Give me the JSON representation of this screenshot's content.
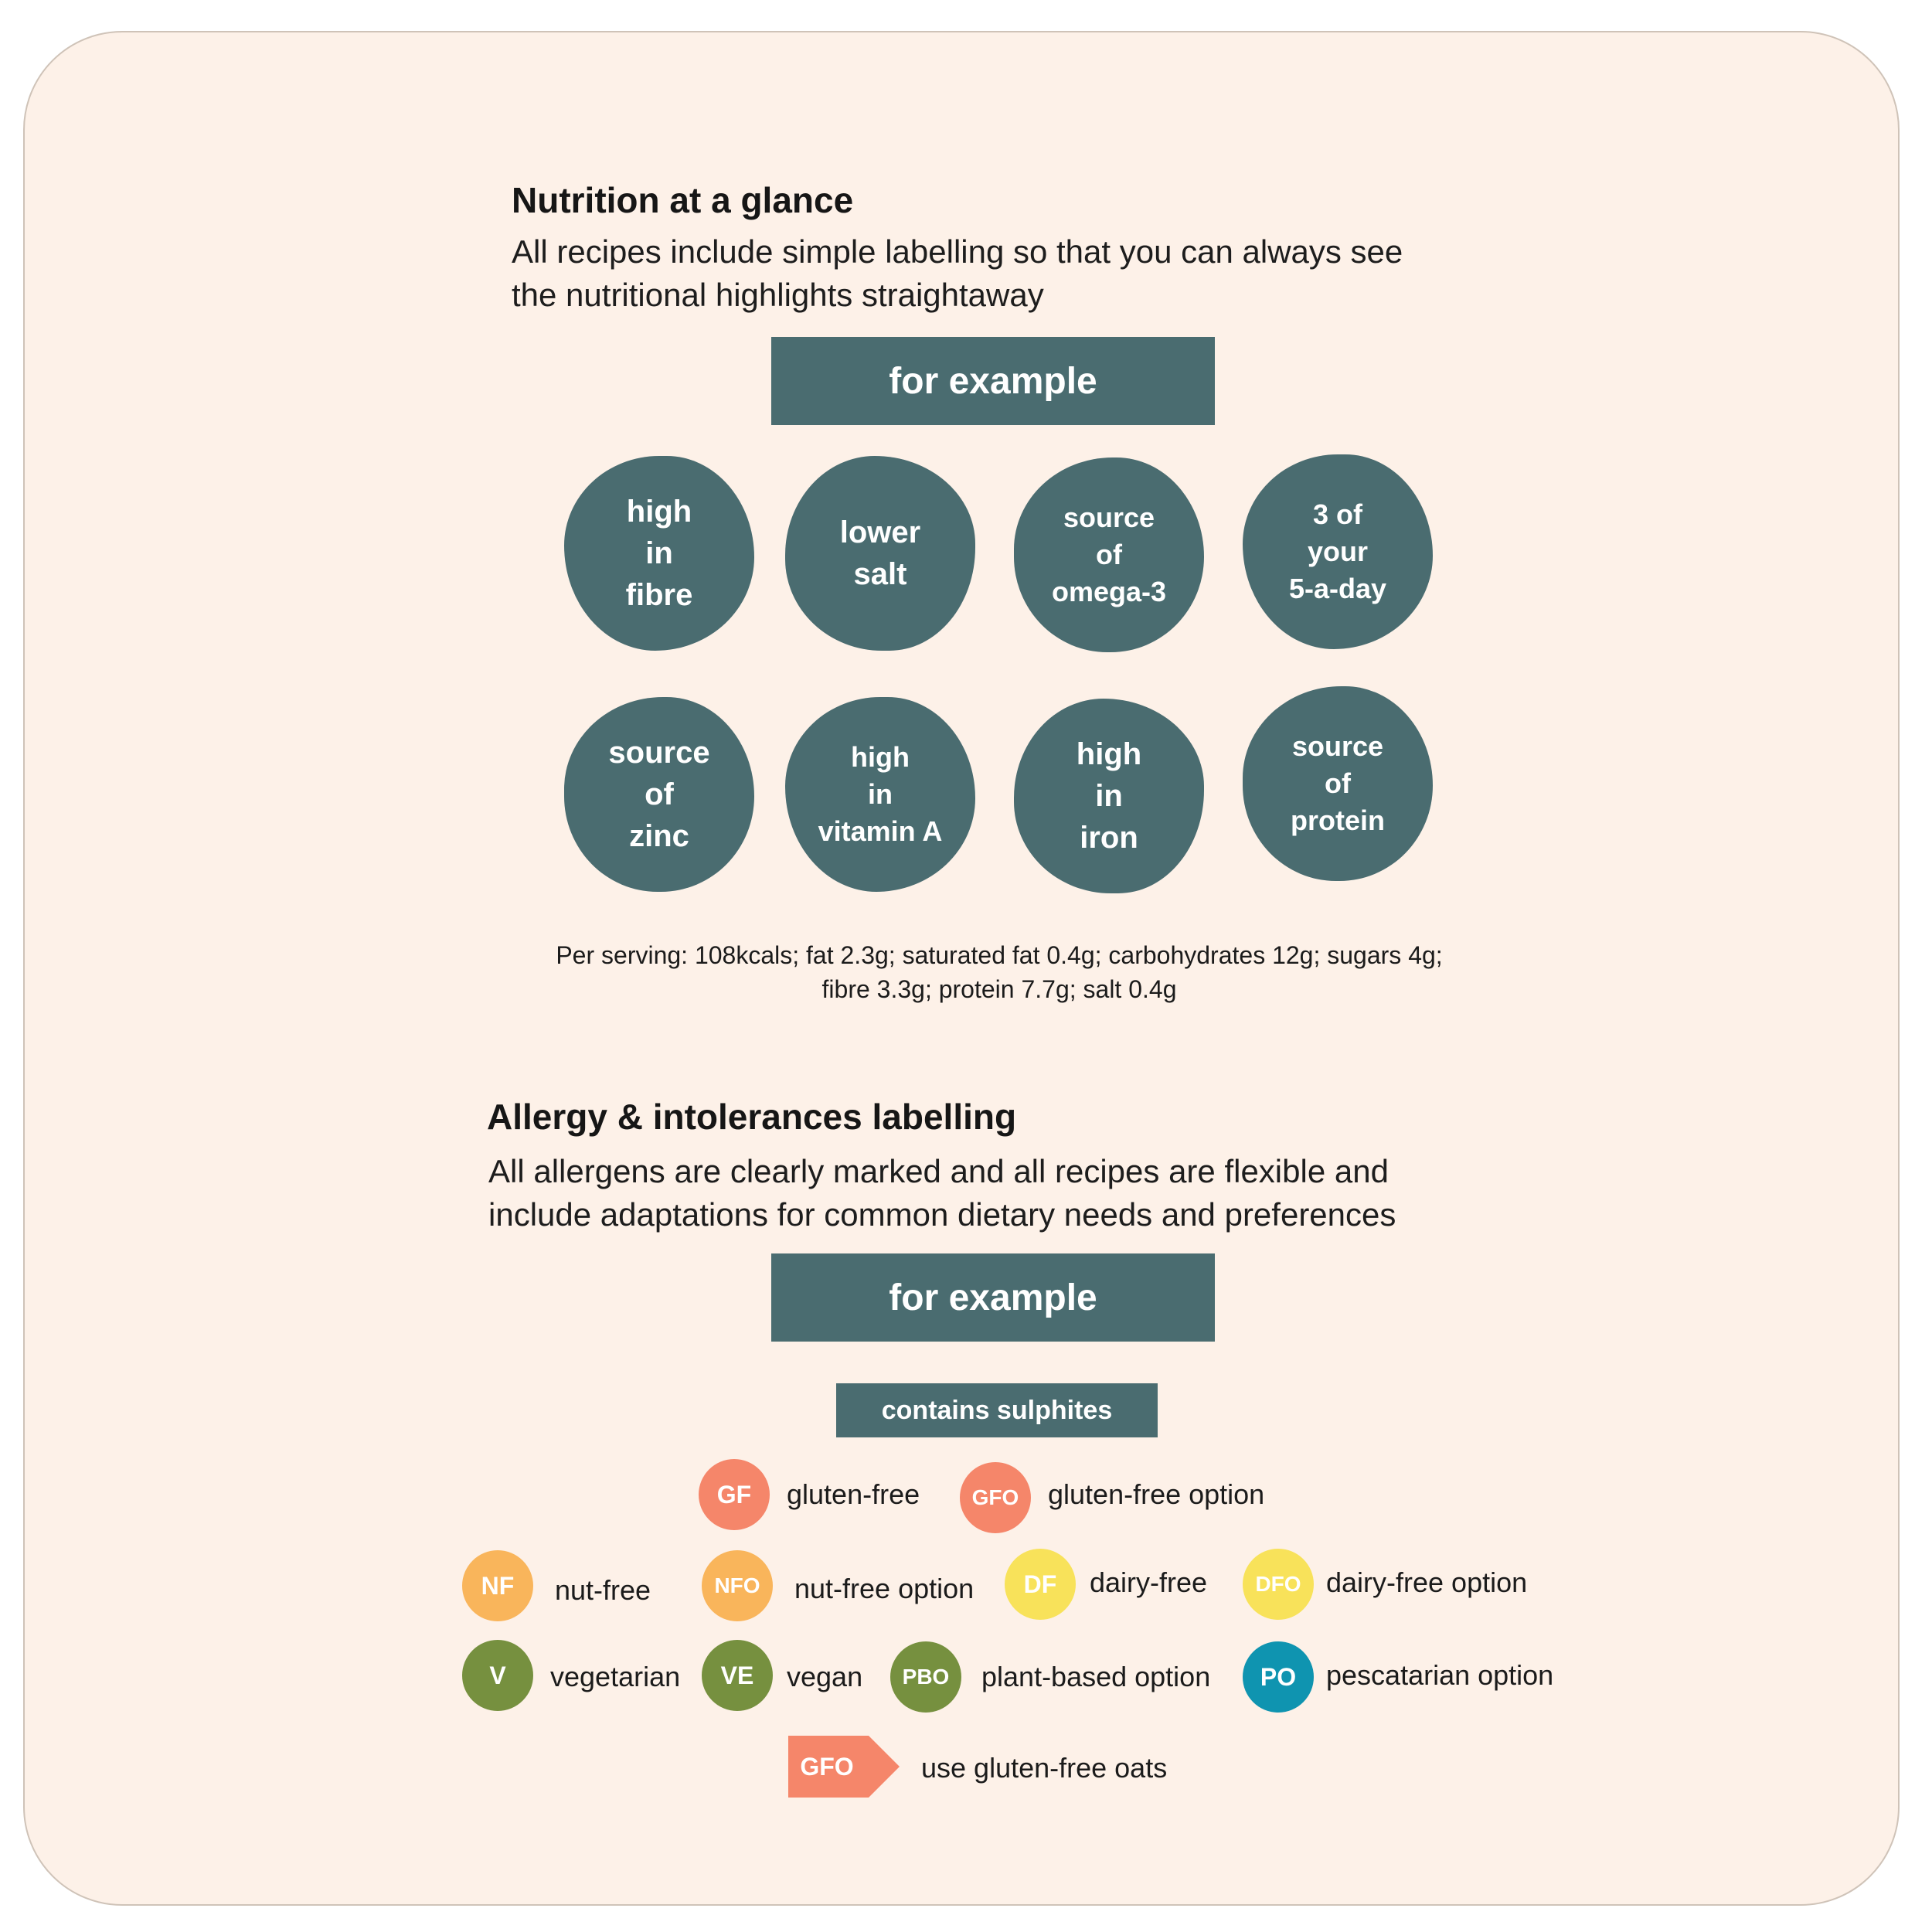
{
  "colors": {
    "card_bg": "#fdf1e8",
    "teal": "#4a6c70",
    "coral": "#f5866a",
    "amber": "#f9b55b",
    "yellow": "#f8e25a",
    "green": "#76903f",
    "blue": "#0f94b0"
  },
  "nutrition": {
    "title": "Nutrition at a glance",
    "desc_line1": "All recipes include simple labelling so that you can always see",
    "desc_line2": "the nutritional highlights straightaway",
    "example_label": "for example",
    "badges": [
      {
        "lines": [
          "high",
          "in",
          "fibre"
        ]
      },
      {
        "lines": [
          "lower",
          "salt"
        ]
      },
      {
        "lines": [
          "source",
          "of",
          "omega-3"
        ]
      },
      {
        "lines": [
          "3 of",
          "your",
          "5-a-day"
        ]
      },
      {
        "lines": [
          "source",
          "of",
          "zinc"
        ]
      },
      {
        "lines": [
          "high",
          "in",
          "vitamin A"
        ]
      },
      {
        "lines": [
          "high",
          "in",
          "iron"
        ]
      },
      {
        "lines": [
          "source",
          "of",
          "protein"
        ]
      }
    ],
    "serving_line1": "Per serving: 108kcals; fat 2.3g; saturated fat 0.4g; carbohydrates 12g; sugars 4g;",
    "serving_line2": "fibre 3.3g; protein 7.7g; salt 0.4g"
  },
  "allergy": {
    "title": "Allergy & intolerances labelling",
    "desc_line1": "All allergens are clearly marked and all recipes are flexible and",
    "desc_line2": "include adaptations for common dietary needs and preferences",
    "example_label": "for example",
    "sulphites_label": "contains sulphites",
    "items": [
      {
        "code": "GF",
        "label": "gluten-free"
      },
      {
        "code": "GFO",
        "label": "gluten-free option"
      },
      {
        "code": "NF",
        "label": "nut-free"
      },
      {
        "code": "NFO",
        "label": "nut-free option"
      },
      {
        "code": "DF",
        "label": "dairy-free"
      },
      {
        "code": "DFO",
        "label": "dairy-free option"
      },
      {
        "code": "V",
        "label": "vegetarian"
      },
      {
        "code": "VE",
        "label": "vegan"
      },
      {
        "code": "PBO",
        "label": "plant-based option"
      },
      {
        "code": "PO",
        "label": "pescatarian option"
      }
    ],
    "tag": {
      "code": "GFO",
      "label": "use gluten-free oats",
      "icon": "arrow-tag-icon"
    }
  }
}
